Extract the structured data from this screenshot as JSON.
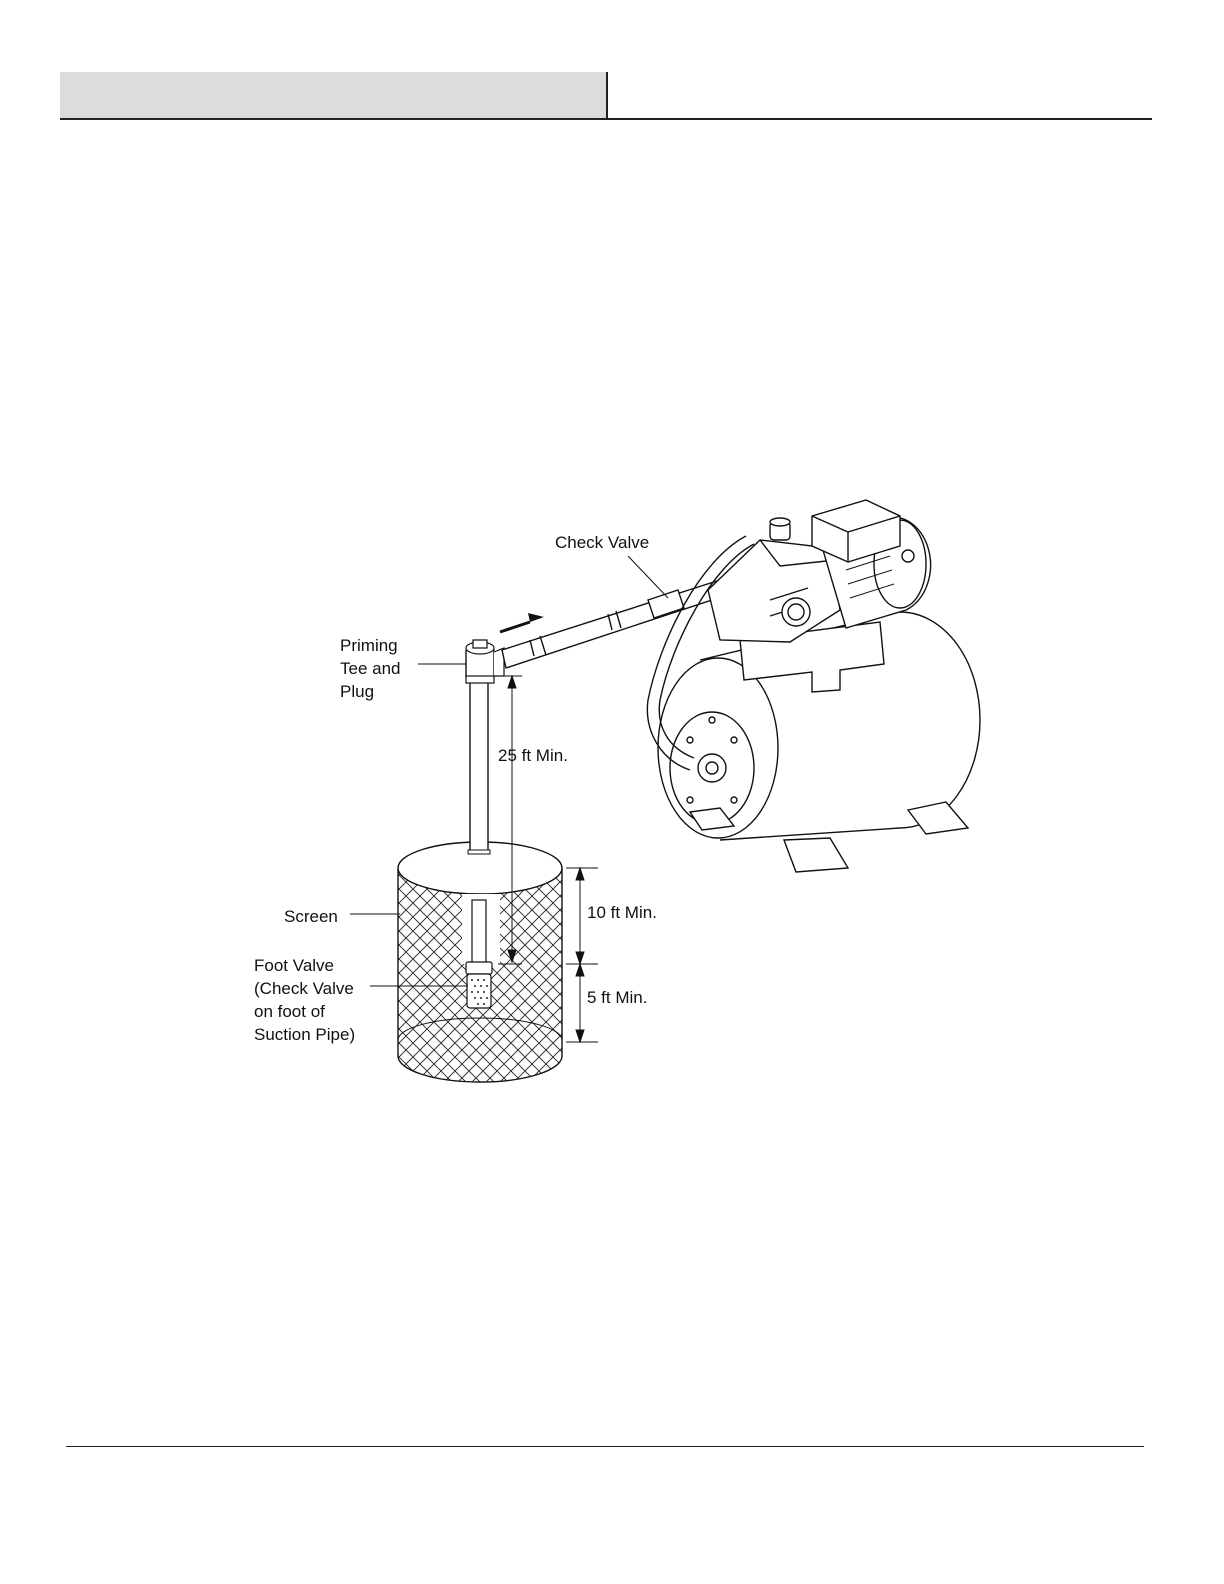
{
  "diagram": {
    "labels": {
      "check_valve": "Check Valve",
      "priming_tee": "Priming\nTee and\nPlug",
      "suction_depth": "25 ft Min.",
      "screen": "Screen",
      "foot_valve": "Foot Valve\n(Check Valve\non foot of\nSuction Pipe)",
      "depth_10": "10 ft Min.",
      "depth_5": "5 ft Min."
    }
  }
}
